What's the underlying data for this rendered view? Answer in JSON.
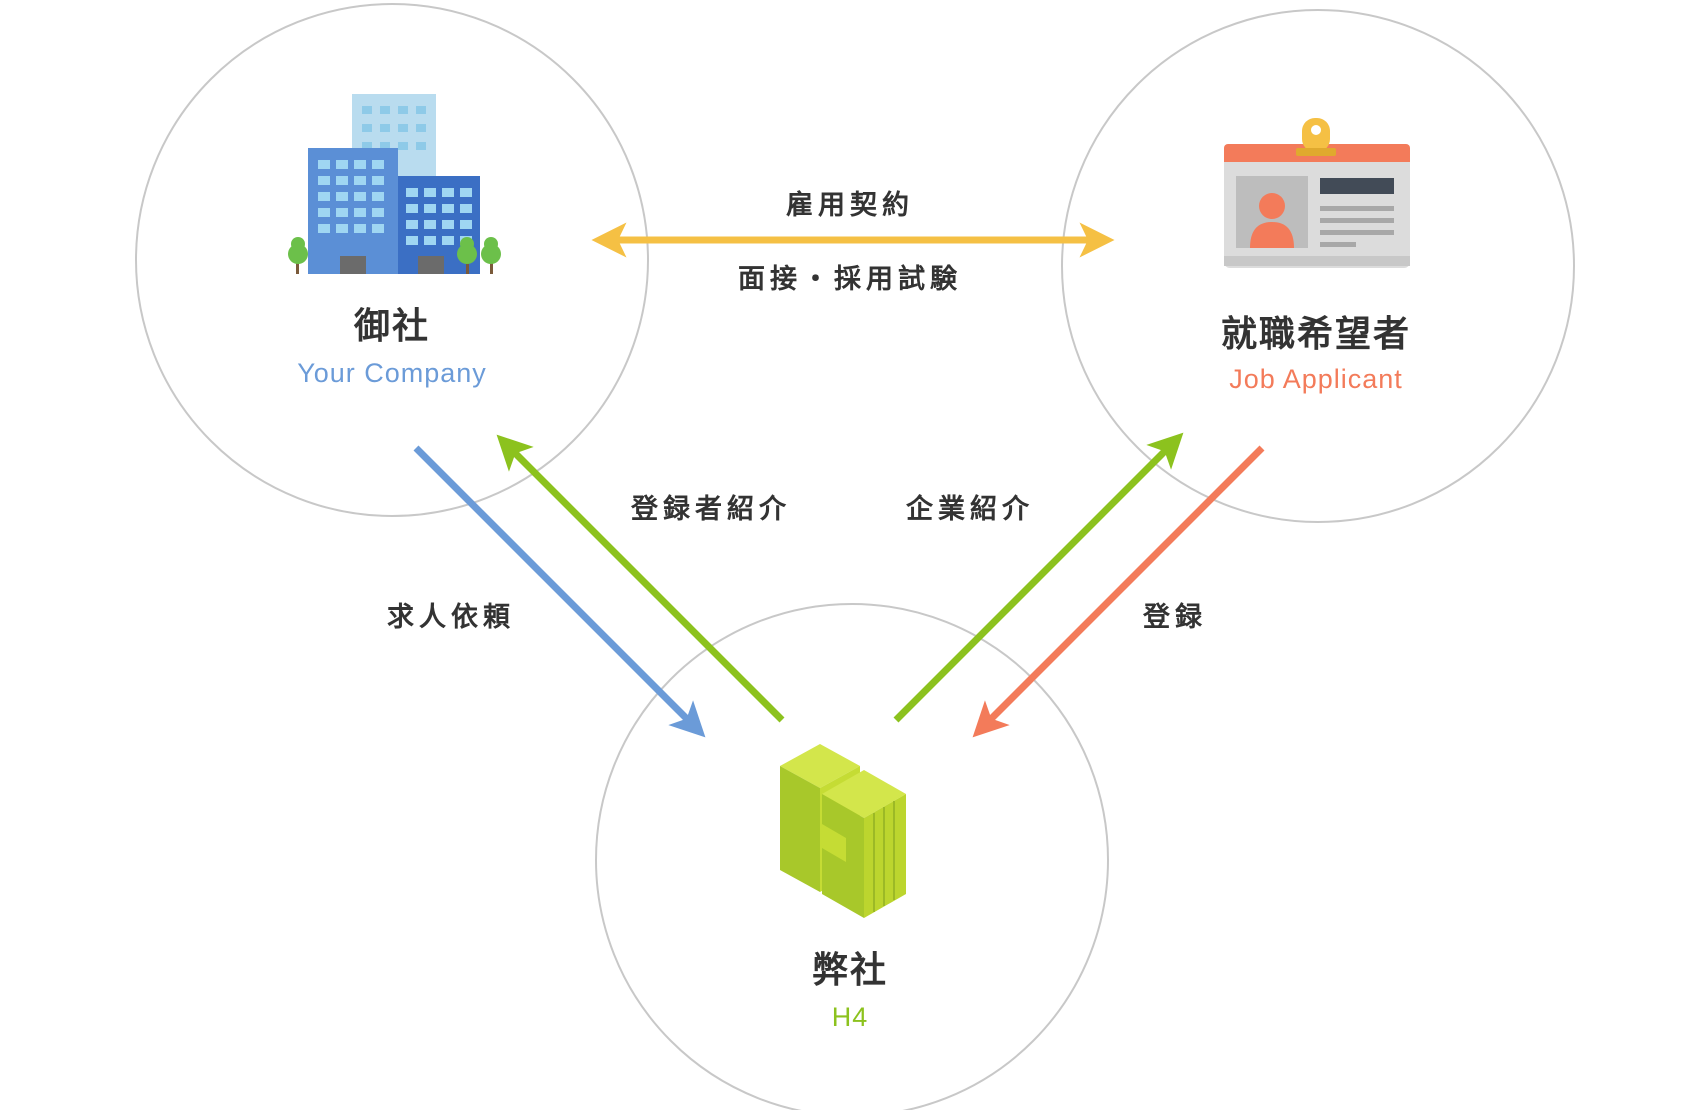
{
  "colors": {
    "circle_stroke": "#c8c8c8",
    "text": "#333333",
    "blue": "#6b9bd8",
    "green": "#8cc21e",
    "orange": "#f37b5a",
    "yellow": "#f5c044"
  },
  "nodes": {
    "company": {
      "title": "御社",
      "subtitle": "Your Company",
      "icon": "office-building-icon"
    },
    "applicant": {
      "title": "就職希望者",
      "subtitle": "Job Applicant",
      "icon": "id-badge-icon"
    },
    "us": {
      "title": "弊社",
      "subtitle": "H4",
      "icon": "h4-logo-icon"
    }
  },
  "edges": {
    "contract_top": "雇用契約",
    "contract_bottom": "面接・採用試験",
    "job_request": "求人依頼",
    "introduce_registrants": "登録者紹介",
    "introduce_companies": "企業紹介",
    "register": "登録"
  }
}
